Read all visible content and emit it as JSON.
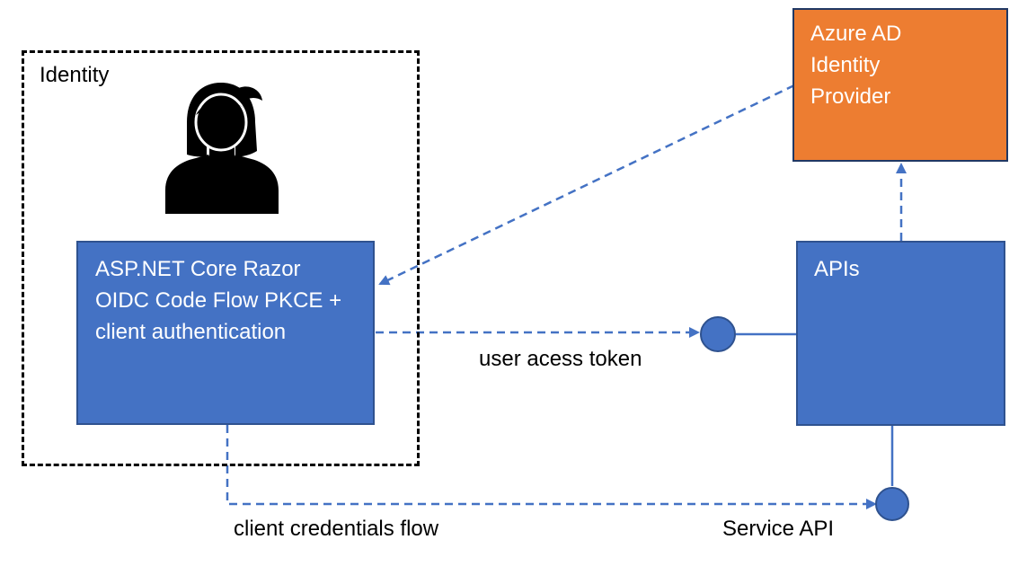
{
  "identity": {
    "label": "Identity"
  },
  "app": {
    "lines": [
      "ASP.NET Core Razor",
      "OIDC Code Flow PKCE +",
      "client authentication"
    ]
  },
  "apis": {
    "label": "APIs"
  },
  "azure": {
    "lines": [
      "Azure AD",
      "Identity",
      "Provider"
    ]
  },
  "flows": {
    "user_token": "user acess token",
    "client_credentials": "client credentials flow",
    "service_api": "Service API"
  },
  "colors": {
    "box_blue": "#4472c4",
    "box_blue_border": "#2f528f",
    "azure_orange": "#ed7d31",
    "connector": "#4472c4"
  },
  "icons": {
    "user": "user-silhouette-icon"
  }
}
